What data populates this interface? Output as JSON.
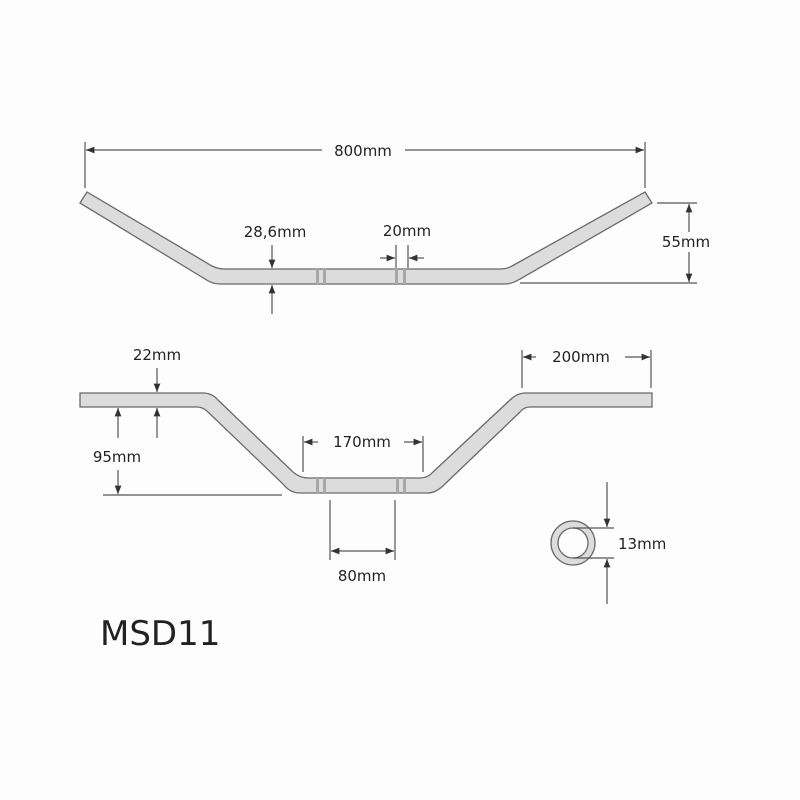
{
  "model": "MSD11",
  "front_view": {
    "width_label": "800mm",
    "diameter_label": "28,6mm",
    "knurl_label": "20mm",
    "rise_label": "55mm"
  },
  "top_view": {
    "thickness_label": "22mm",
    "pullback_label": "95mm",
    "end_length_label": "200mm",
    "center_width_label": "170mm",
    "clamp_label": "80mm"
  },
  "section": {
    "tube_label": "13mm"
  }
}
